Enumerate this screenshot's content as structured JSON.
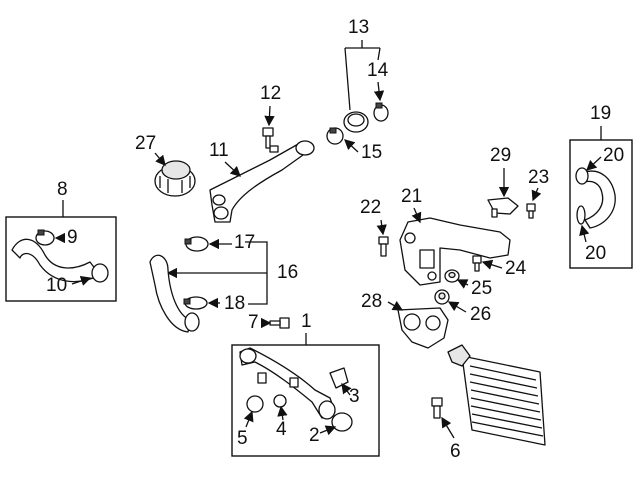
{
  "callouts": {
    "c1": "1",
    "c2": "2",
    "c3": "3",
    "c4": "4",
    "c5": "5",
    "c6": "6",
    "c7": "7",
    "c8": "8",
    "c9": "9",
    "c10": "10",
    "c11": "11",
    "c12": "12",
    "c13": "13",
    "c14": "14",
    "c15": "15",
    "c16": "16",
    "c17": "17",
    "c18": "18",
    "c19": "19",
    "c20a": "20",
    "c20b": "20",
    "c21": "21",
    "c22": "22",
    "c23": "23",
    "c24": "24",
    "c25": "25",
    "c26": "26",
    "c27": "27",
    "c28": "28",
    "c29": "29"
  }
}
